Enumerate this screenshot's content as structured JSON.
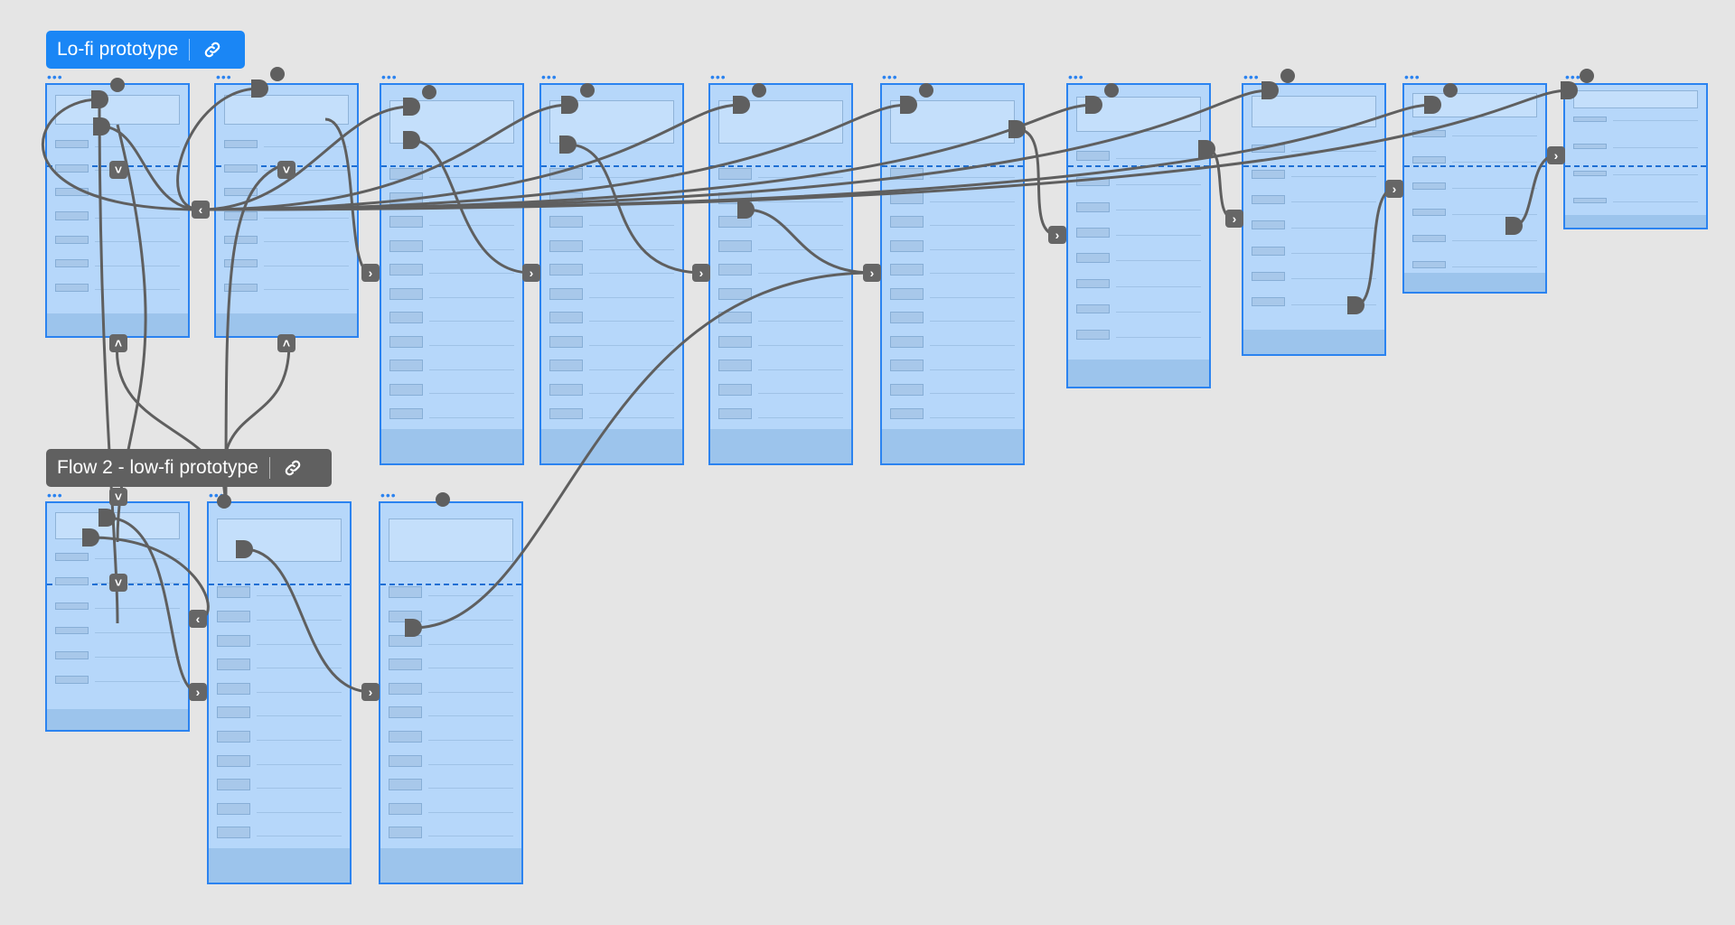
{
  "flows": [
    {
      "label": "Lo-fi prototype",
      "color": "#1a86f5",
      "link_icon": "link-icon"
    },
    {
      "label": "Flow 2 - low-fi prototype",
      "color": "#606060",
      "link_icon": "link-icon"
    }
  ],
  "frames": {
    "flow1": [
      "screen-1",
      "screen-2",
      "screen-3",
      "screen-4",
      "screen-5",
      "screen-6",
      "screen-7",
      "screen-8",
      "screen-9",
      "screen-10"
    ],
    "flow2": [
      "screen-1",
      "screen-2",
      "screen-3"
    ]
  },
  "colors": {
    "canvas": "#e5e5e5",
    "frame_fill": "#b6d7fa",
    "frame_border": "#2b83f0",
    "connector": "#5f5f5f"
  },
  "icons": {
    "frame_menu": "ellipsis-icon",
    "hotspot": "hotspot-icon",
    "next": "chevron-right-icon",
    "prev": "chevron-left-icon",
    "up": "chevron-up-icon",
    "down": "chevron-down-icon"
  }
}
